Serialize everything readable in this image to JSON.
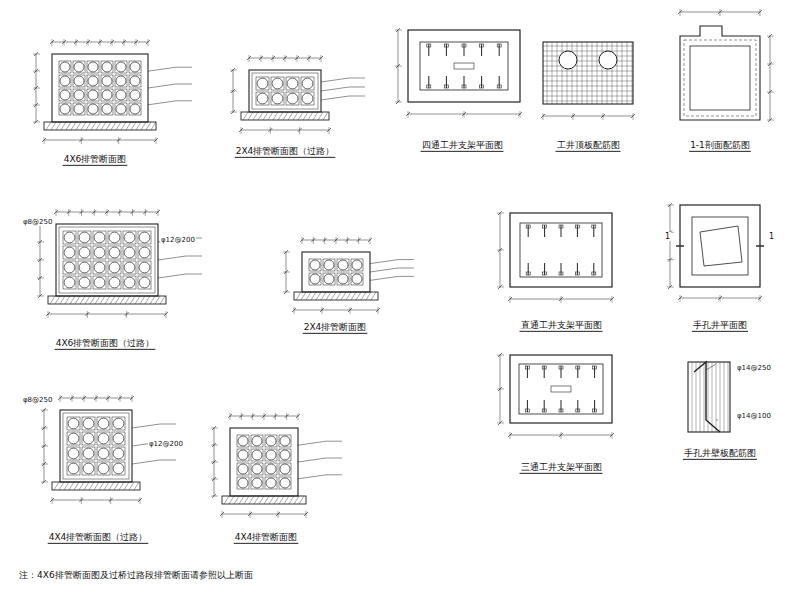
{
  "diagram": {
    "labels": [
      "4X6排管断面图",
      "2X4排管断面图（过路）",
      "四通工井支架平面图",
      "工井顶板配筋图",
      "1-1剖面配筋图",
      "4X6排管断面图（过路）",
      "2X4排管断面图",
      "直通工井支架平面图",
      "手孔井平面图",
      "三通工井支架平面图",
      "手孔井壁板配筋图",
      "4X4排管断面图（过路）",
      "4X4排管断面图",
      "注：4X6排管断面图及过桥过路段排管断面请参照以上断面",
      "φ8@250",
      "φ12@200",
      "φ8@250",
      "φ12@200",
      "φ14@100",
      "φ14@250",
      "1",
      "1"
    ]
  }
}
